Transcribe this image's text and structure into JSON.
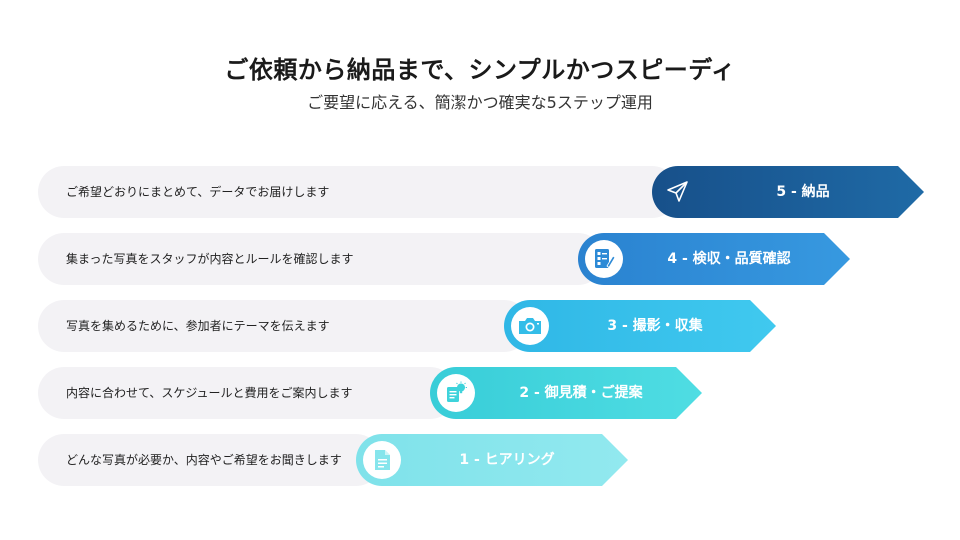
{
  "header": {
    "title": "ご依頼から納品まで、シンプルかつスピーディ",
    "subtitle": "ご要望に応える、簡潔かつ確実な5ステップ運用"
  },
  "steps": [
    {
      "label": "5 - 納品",
      "description": "ご希望どおりにまとめて、データでお届けします",
      "icon": "paper-plane-icon",
      "color": "#1a5b96"
    },
    {
      "label": "4 - 検収・品質確認",
      "description": "集まった写真をスタッフが内容とルールを確認します",
      "icon": "checklist-icon",
      "color": "#2d8ad6"
    },
    {
      "label": "3 - 撮影・収集",
      "description": "写真を集めるために、参加者にテーマを伝えます",
      "icon": "camera-icon",
      "color": "#33bde8"
    },
    {
      "label": "2 - 御見積・ご提案",
      "description": "内容に合わせて、スケジュールと費用をご案内します",
      "icon": "idea-document-icon",
      "color": "#3ed3db"
    },
    {
      "label": "1 - ヒアリング",
      "description": "どんな写真が必要か、内容やご希望をお聞きします",
      "icon": "document-icon",
      "color": "#86e5ec"
    }
  ]
}
